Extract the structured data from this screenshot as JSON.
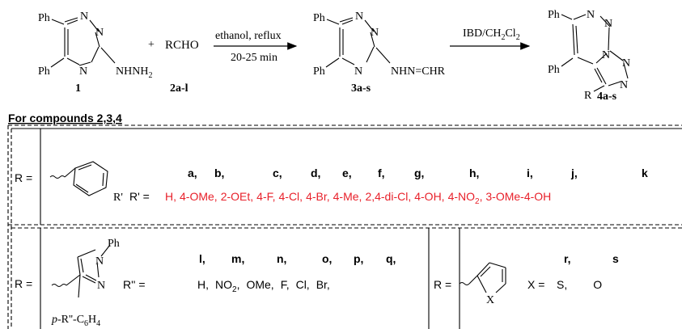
{
  "scheme": {
    "compound1": {
      "ph_top": "Ph",
      "ph_bottom": "Ph",
      "n_top": "N",
      "n_right": "N",
      "n_bottom": "N",
      "hydrazine_nh": "NHNH",
      "hydrazine_sub": "2",
      "label": "1"
    },
    "plus": "+",
    "aldehyde": {
      "formula": "RCHO",
      "label": "2a-l"
    },
    "arrow1": {
      "above": "ethanol, reflux",
      "below": "20-25 min"
    },
    "compound3": {
      "ph_top": "Ph",
      "ph_bottom": "Ph",
      "n_top": "N",
      "n_right": "N",
      "n_bottom": "N",
      "hydrazone": "NHN=CHR",
      "label": "3a-s"
    },
    "arrow2": {
      "above_main": "IBD/CH",
      "above_sub1": "2",
      "above_mid": "Cl",
      "above_sub2": "2"
    },
    "compound4": {
      "ph_top": "Ph",
      "ph_bottom": "Ph",
      "n_top_left": "N",
      "n_top_right": "N",
      "n_fused": "N",
      "n_right1": "N",
      "n_right2": "N",
      "r": "R",
      "label": "4a-s"
    }
  },
  "table": {
    "caption": "For compounds 2,3,4",
    "row1": {
      "r_label": "R =",
      "r_prime": "R'",
      "r_prime_eq": "R' =",
      "letters": [
        "a,",
        "b,",
        "c,",
        "d,",
        "e,",
        "f,",
        "g,",
        "h,",
        "i,",
        "j,",
        "k"
      ],
      "subs": [
        "H,",
        "4-OMe,",
        "2-OEt,",
        "4-F,",
        "4-Cl,",
        "4-Br,",
        "4-Me,",
        "2,4-di-Cl,",
        "4-OH,",
        "4-NO",
        "2",
        ", 3-OMe-4-OH"
      ]
    },
    "row2": {
      "r_label": "R =",
      "pyrazole_ph": "Ph",
      "pyrazole_n1": "N",
      "pyrazole_n2": "N",
      "aryl_prefix": "p",
      "aryl_rest": "-R''-C",
      "aryl_sub1": "6",
      "aryl_h": "H",
      "aryl_sub2": "4",
      "r_dprime_eq": "R'' =",
      "letters": [
        "l,",
        "m,",
        "n,",
        "o,",
        "p,",
        "q,"
      ],
      "subs": [
        "H,",
        "NO",
        "2",
        ",",
        "OMe,",
        "F,",
        "Cl,",
        "Br,"
      ],
      "r2_label": "R =",
      "x_ring": "X",
      "x_eq": "X =",
      "letters2": [
        "r,",
        "s"
      ],
      "subs2": [
        "S,",
        "O"
      ]
    }
  },
  "colors": {
    "ink": "#000000",
    "accent": "#e8202a"
  }
}
